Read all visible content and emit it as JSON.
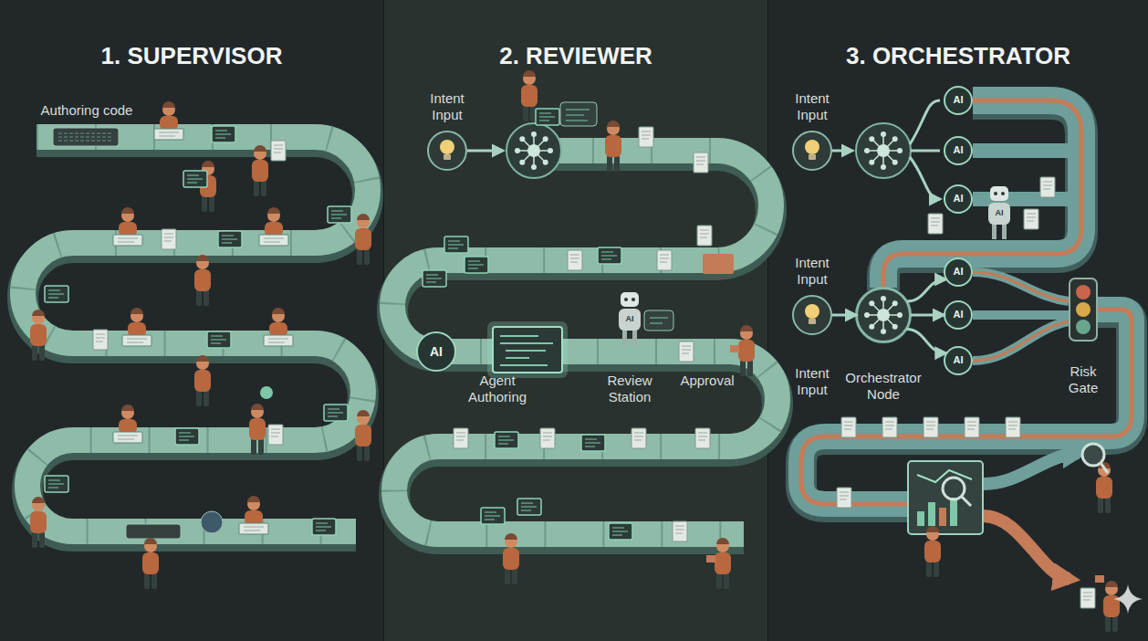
{
  "diagram": {
    "nodes": [
      {
        "text": [
          "1. SUPERVISOR"
        ]
      },
      {
        "text": [
          "2. REVIEWER"
        ]
      },
      {
        "text": [
          "Intent Input"
        ],
        "in": 1
      },
      {
        "text": [
          "AI"
        ],
        "in": 1
      },
      {
        "text": [
          "3. ORCHESTRATOR"
        ]
      },
      {
        "text": [
          "Intent Input"
        ],
        "in": 4
      },
      {
        "text": [
          "AI"
        ],
        "in": 4
      },
      {
        "text": [
          "AI"
        ],
        "in": 4
      },
      {
        "text": [
          "AI"
        ],
        "in": 4
      },
      {
        "text": [
          "Intent Input"
        ],
        "in": 4
      },
      {
        "text": [
          "Orchestrator Node"
        ],
        "in": 4
      },
      {
        "text": [
          "AI"
        ],
        "in": 4
      },
      {
        "text": [
          "AI"
        ],
        "in": 4
      },
      {
        "text": [
          "AI"
        ],
        "in": 4
      },
      {
        "text": [
          "Risk Gate"
        ],
        "in": 4
      }
    ],
    "edges": [
      {
        "from": 9,
        "to": 10,
        "arrow": "to"
      },
      {
        "from": 10,
        "to": 11,
        "arrow": "to"
      },
      {
        "from": 10,
        "to": 12,
        "arrow": "to"
      },
      {
        "from": 10,
        "to": 13,
        "arrow": "to"
      }
    ],
    "labels": [
      "Authoring code",
      "AI",
      "Agent Authoring",
      "Review Station",
      "Approval",
      "AI",
      "Intent Input"
    ]
  }
}
